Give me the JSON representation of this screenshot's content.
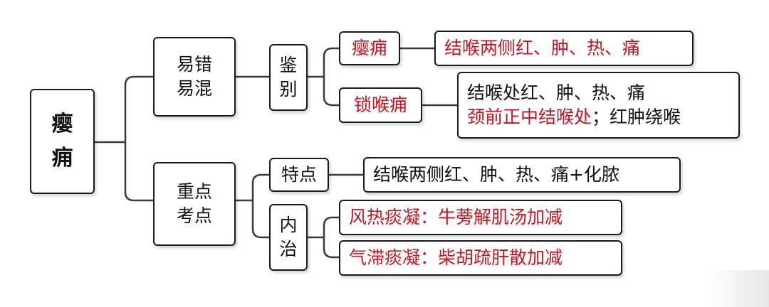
{
  "root": {
    "line1": "瘿",
    "line2": "痈"
  },
  "branches": {
    "confusion": {
      "label_line1": "易错",
      "label_line2": "易混",
      "sub": {
        "label_line1": "鉴",
        "label_line2": "别",
        "items": [
          {
            "name": "瘿痈",
            "desc": "结喉两侧红、肿、热、痛"
          },
          {
            "name": "锁喉痈",
            "desc_line1": "结喉处红、肿、热、痛",
            "desc_line2_red": "颈前正中结喉处",
            "desc_line2_black": "；红肿绕喉"
          }
        ]
      }
    },
    "key": {
      "label_line1": "重点",
      "label_line2": "考点",
      "feature": {
        "label": "特点",
        "desc": "结喉两侧红、肿、热、痛+化脓"
      },
      "treatment": {
        "label_line1": "内",
        "label_line2": "治",
        "items": [
          {
            "text": "风热痰凝：牛蒡解肌汤加减"
          },
          {
            "text": "气滞痰凝：柴胡疏肝散加减"
          }
        ]
      }
    }
  },
  "colors": {
    "accent_red": "#c8141e",
    "border": "#1a1a1a",
    "text": "#111111"
  }
}
